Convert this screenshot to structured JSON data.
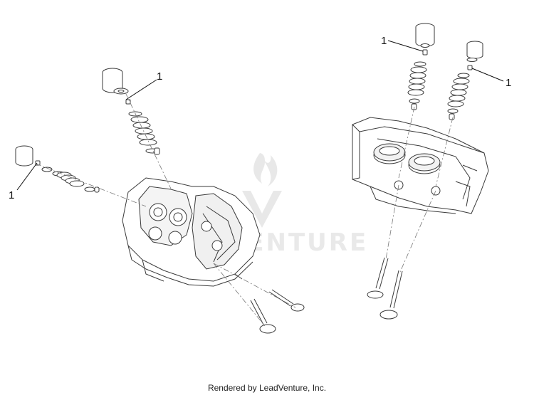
{
  "callouts": {
    "left_head_top": "1",
    "left_head_side": "1",
    "right_head_left": "1",
    "right_head_right": "1"
  },
  "watermark": {
    "text": "LEADVENTURE",
    "color": "#d9d9d9"
  },
  "footer": {
    "rendered_by": "Rendered by LeadVenture, Inc."
  },
  "colors": {
    "line": "#3a3a3a",
    "part_fill": "#ffffff",
    "hidden_line": "#777777"
  }
}
